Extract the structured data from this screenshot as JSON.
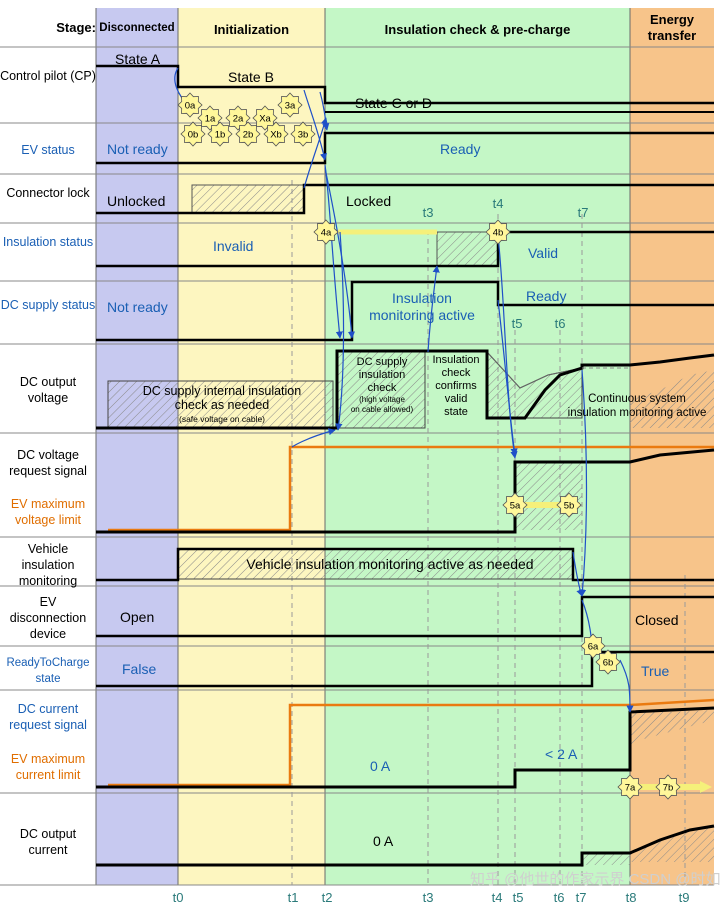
{
  "colors": {
    "disconnected": "#c7c9f0",
    "initialization": "#fdf6c0",
    "insulation": "#c4f7c6",
    "energy": "#f7c48a",
    "signal": "#000000",
    "limit": "#ea7a10",
    "arrow": "#1f50c8",
    "label_blue": "#1a5fb4",
    "marker": "#fff79a"
  },
  "header": {
    "stage_label": "Stage:",
    "phases": [
      "Disconnected",
      "Initialization",
      "Insulation check & pre-charge",
      "Energy transfer"
    ]
  },
  "rows": {
    "cp": "Control pilot (CP)",
    "ev_status": "EV status",
    "connector_lock": "Connector lock",
    "insulation_status": "Insulation status",
    "dc_supply_status": "DC supply status",
    "dc_output_voltage": "DC output voltage",
    "dc_voltage_request": "DC voltage request signal",
    "ev_max_voltage": "EV maximum voltage limit",
    "vehicle_insulation": "Vehicle insulation monitoring",
    "ev_disconnection": "EV disconnection device",
    "ready_to_charge": "ReadyToCharge state",
    "dc_current_request": "DC current request signal",
    "ev_max_current": "EV maximum current limit",
    "dc_output_current": "DC output current"
  },
  "annotations": {
    "state_a": "State A",
    "state_b": "State B",
    "state_cd": "State C or D",
    "not_ready": "Not ready",
    "ready": "Ready",
    "unlocked": "Unlocked",
    "locked": "Locked",
    "invalid": "Invalid",
    "valid": "Valid",
    "dc_not_ready": "Not ready",
    "dc_ready": "Ready",
    "insul_active_1": "Insulation",
    "insul_active_2": "monitoring active",
    "internal_1": "DC supply internal insulation",
    "internal_2": "check as needed",
    "internal_3": "(safe voltage on cable)",
    "dcins_1": "DC supply",
    "dcins_2": "insulation",
    "dcins_3": "check",
    "dcins_4": "(high voltage",
    "dcins_5": "on cable allowed)",
    "confirm_1": "Insulation",
    "confirm_2": "check",
    "confirm_3": "confirms",
    "confirm_4": "valid",
    "confirm_5": "state",
    "continuous_1": "Continuous system",
    "continuous_2": "insulation monitoring active",
    "vehicle_ins_active": "Vehicle insulation monitoring active as needed",
    "open": "Open",
    "closed": "Closed",
    "false": "False",
    "true": "True",
    "zero_a_1": "0 A",
    "lt_2a": "< 2 A",
    "zero_a_2": "0 A"
  },
  "markers": [
    "0a",
    "1a",
    "2a",
    "Xa",
    "3a",
    "0b",
    "1b",
    "2b",
    "Xb",
    "3b",
    "4a",
    "4b",
    "5a",
    "5b",
    "6a",
    "6b",
    "7a",
    "7b"
  ],
  "times": [
    "t0",
    "t1",
    "t2",
    "t3",
    "t4",
    "t5",
    "t6",
    "t7",
    "t8",
    "t9"
  ],
  "watermark": "知乎 @他世的作家示界 CSDN @时如练鹰"
}
